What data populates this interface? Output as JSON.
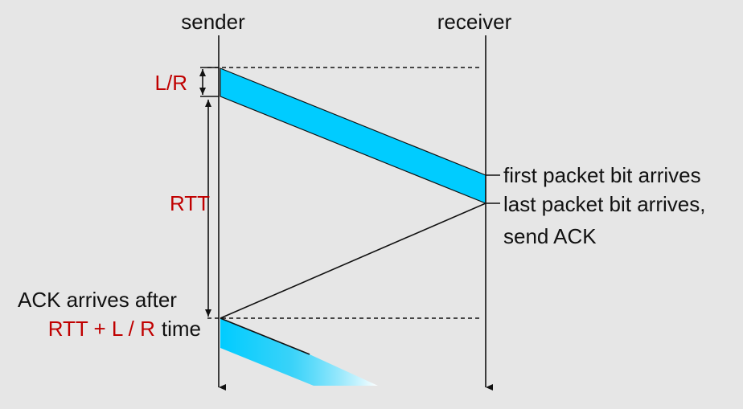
{
  "labels": {
    "sender": "sender",
    "receiver": "receiver",
    "l_over_r": "L/R",
    "rtt": "RTT",
    "first_bit": "first packet bit arrives",
    "last_bit_line1": "last packet bit arrives,",
    "last_bit_line2": "send ACK",
    "ack_arrives": "ACK arrives after",
    "ack_time_red": "RTT + L / R",
    "ack_time_black": "time"
  },
  "colors": {
    "packet": "#00ccff",
    "highlight": "#c00000",
    "background": "#e6e6e6"
  }
}
